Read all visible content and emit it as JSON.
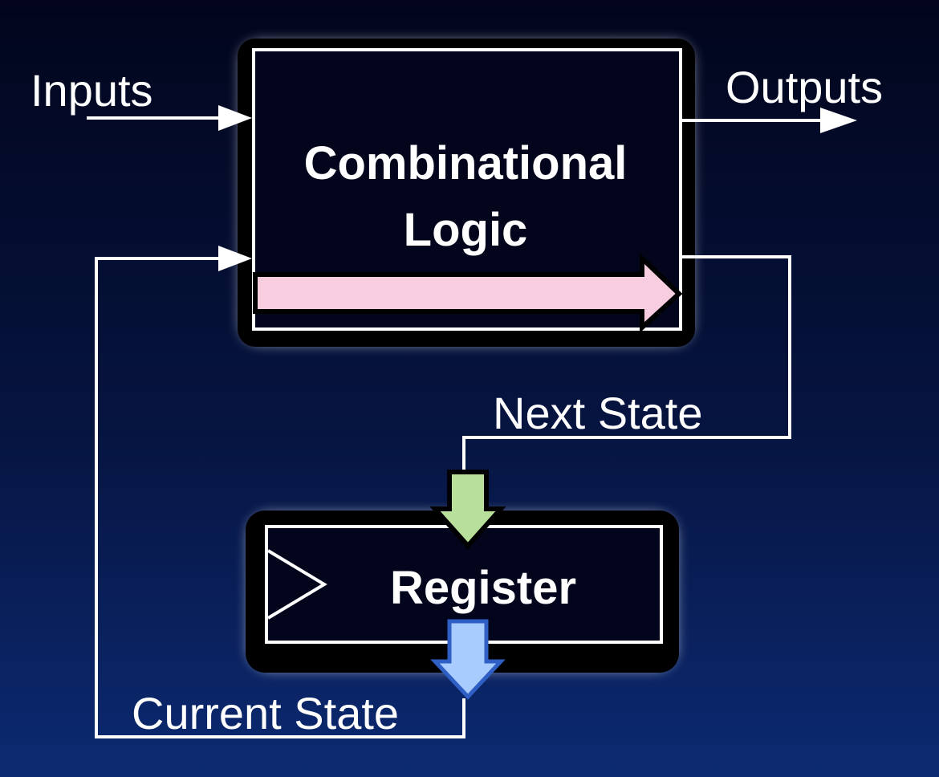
{
  "diagram": {
    "labels": {
      "inputs": "Inputs",
      "outputs": "Outputs",
      "combinational_line1": "Combinational",
      "combinational_line2": "Logic",
      "next_state": "Next State",
      "register": "Register",
      "current_state": "Current State"
    },
    "colors": {
      "pink_arrow": "#f8cde0",
      "green_arrow": "#b8e09a",
      "blue_arrow": "#a9ccff",
      "blue_arrow_border": "#2f5fc4",
      "lines": "#ffffff",
      "box_fill": "#02051c"
    }
  }
}
